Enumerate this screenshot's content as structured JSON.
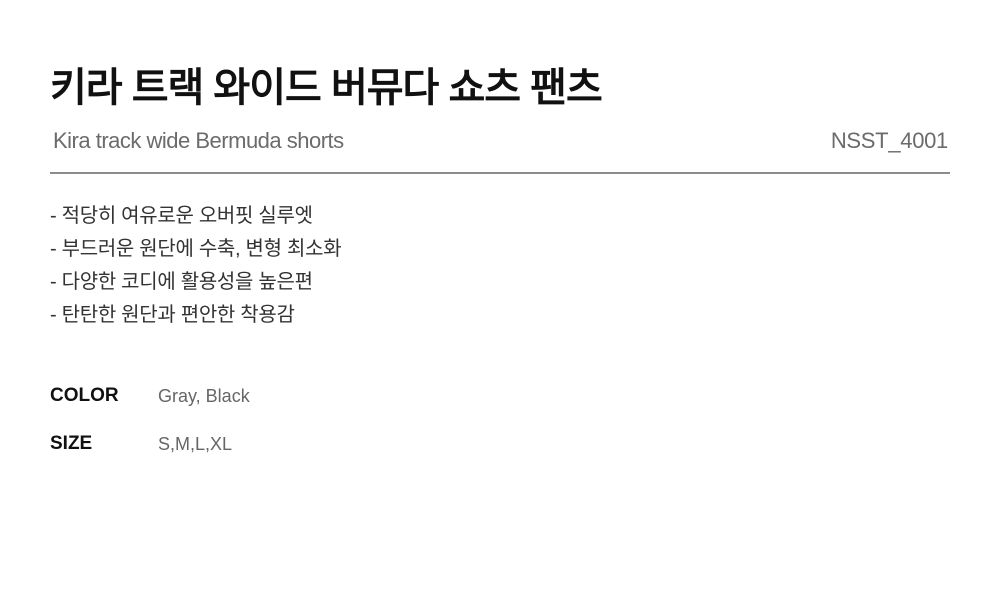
{
  "product": {
    "title": "키라 트랙 와이드 버뮤다 쇼츠 팬츠",
    "subtitle": "Kira track wide Bermuda shorts",
    "code": "NSST_4001"
  },
  "features": [
    "- 적당히 여유로운 오버핏 실루엣",
    "- 부드러운 원단에 수축, 변형 최소화",
    "- 다양한 코디에 활용성을 높은편",
    "- 탄탄한 원단과  편안한 착용감"
  ],
  "specs": {
    "color": {
      "label": "COLOR",
      "value": "Gray, Black"
    },
    "size": {
      "label": "SIZE",
      "value": "S,M,L,XL"
    }
  }
}
